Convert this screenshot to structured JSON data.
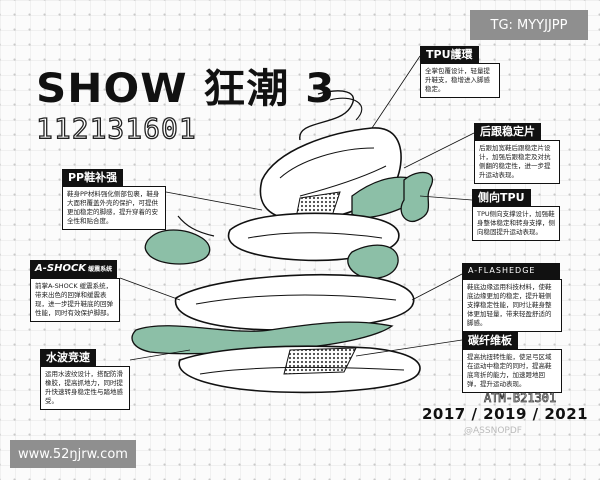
{
  "watermarks": {
    "top": "TG: MYYJJPP",
    "bottom": "www.52ŋjrw.com"
  },
  "title": "SHOW 狂潮 3",
  "product_code": "112131601",
  "callouts": {
    "tpu_heel": {
      "title": "TPU護環",
      "body": "全掌包覆设计，轻量提升鞋支，稳增进入脚感稳定。"
    },
    "rear_stability": {
      "title": "后跟稳定片",
      "body": "后跟加宽鞋后跟稳定片设计，加强后跟稳定及对抗侧翻的稳定性，进一步提升运动表现。"
    },
    "side_tpu": {
      "title": "侧向TPU",
      "body": "TPU侧向支撑设计，加强鞋身整体稳定和转身支撑，侧向稳固提升运动表现。"
    },
    "aflashedge": {
      "title": "A-FLASHEDGE",
      "body": "鞋底边缘运用科技材料，使鞋底边缘更加的稳定，提升鞋侧支撑稳定性能，同时让鞋身整体更加轻量，带来轻盈舒适的脚感。"
    },
    "carbon_plate": {
      "title": "碳纤维板",
      "body": "提高抗扭转性能，使足弓区域在运动中稳定的同时，提高鞋底弯折的能力，加速蹬地回弹，提升运动表现。"
    },
    "pp_sock": {
      "title": "PP鞋补强",
      "body": "鞋身PP材料强化侧部包裹，鞋身大面积覆盖外壳的保护，可提供更加稳定的脚感，提升穿着的安全性和贴合度。"
    },
    "ashock": {
      "title": "A-SHOCK",
      "badge": "缓震系统",
      "body": "前掌A-SHOCK 缓震系统，带来出色的回弹和缓震表现，进一步提升鞋底的回弹性能，同时有效保护脚部。"
    },
    "water_ripple": {
      "title": "水波竞速",
      "body": "运用水波纹设计，搭配防滑橡胶，提高抓地力，同时提升快速转身稳定性与踏地感受。"
    }
  },
  "atm_code": "ATM-B21301",
  "years": "2017 / 2019 / 2021",
  "credit": "@ASSNOPDF",
  "colors": {
    "accent": "#8cbfa7",
    "ink": "#111111",
    "mesh": "#555555"
  }
}
